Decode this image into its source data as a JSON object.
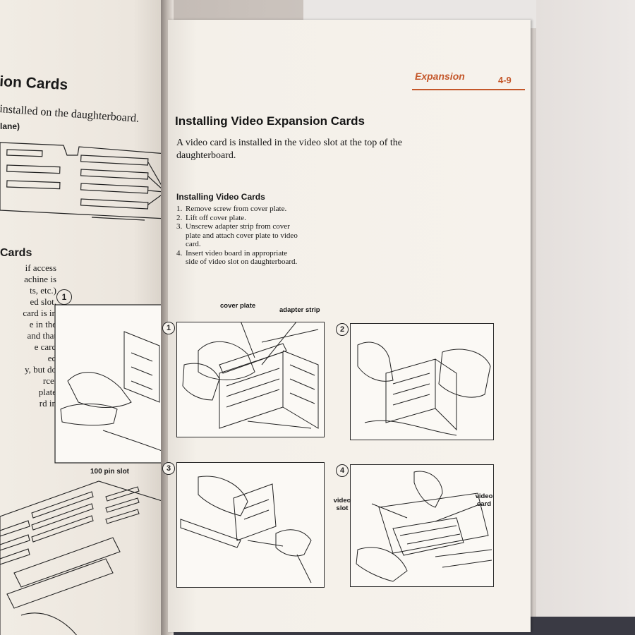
{
  "left_page": {
    "title": "ion Cards",
    "subline": "installed on the daughterboard.",
    "caption": "lane)",
    "heading2": "Cards",
    "body_lines": [
      "if access",
      "achine is",
      "ts, etc.)",
      "ed slot,",
      "card is in",
      "e in the",
      "and that",
      "e card",
      "ed",
      "y, but do",
      "rce.",
      "plate",
      "rd in"
    ],
    "figure_step": "1",
    "slot_label": "100 pin slot"
  },
  "right_page": {
    "header": {
      "section": "Expansion",
      "page_number": "4-9"
    },
    "title": "Installing Video Expansion Cards",
    "intro": "A video card is installed in the video slot at the top of the daughterboard.",
    "subheading": "Installing Video Cards",
    "steps": [
      {
        "num": "1.",
        "text": "Remove screw from cover plate."
      },
      {
        "num": "2.",
        "text": "Lift off cover plate."
      },
      {
        "num": "3.",
        "text": "Unscrew adapter strip from cover plate and attach cover plate to video card."
      },
      {
        "num": "4.",
        "text": "Insert video board in appropriate side of video slot on daughterboard."
      }
    ],
    "figures": [
      {
        "step": "1",
        "callouts": [
          "cover plate",
          "adapter strip"
        ]
      },
      {
        "step": "2",
        "callouts": []
      },
      {
        "step": "3",
        "callouts": []
      },
      {
        "step": "4",
        "callouts": [
          "video slot",
          "video card"
        ]
      }
    ]
  },
  "colors": {
    "accent": "#c4572a",
    "paper": "#f6f2ec",
    "ink": "#161616"
  }
}
